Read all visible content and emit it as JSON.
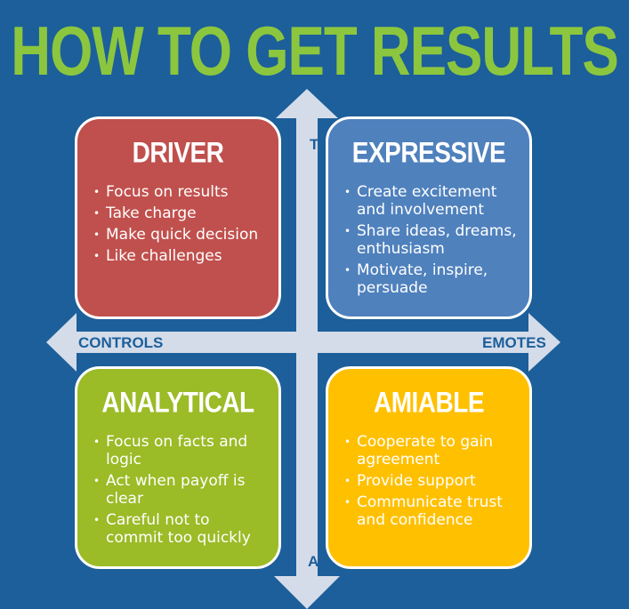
{
  "title": "HOW TO GET RESULTS",
  "axes": {
    "top": "TELLS",
    "bottom": "ASKS",
    "left": "CONTROLS",
    "right": "EMOTES"
  },
  "quadrants": {
    "driver": {
      "heading": "DRIVER",
      "color": "#c0504d",
      "items": [
        "Focus on results",
        "Take charge",
        "Make quick decision",
        "Like challenges"
      ]
    },
    "expressive": {
      "heading": "EXPRESSIVE",
      "color": "#4f81bd",
      "items": [
        "Create excitement and involvement",
        "Share ideas, dreams, enthusiasm",
        "Motivate, inspire, persuade"
      ]
    },
    "analytical": {
      "heading": "ANALYTICAL",
      "color": "#9bbb27",
      "items": [
        "Focus on facts and logic",
        "Act when payoff is clear",
        "Careful not to commit too quickly"
      ]
    },
    "amiable": {
      "heading": "AMIABLE",
      "color": "#ffc000",
      "items": [
        "Cooperate to gain agreement",
        "Provide support",
        "Communicate trust and confidence"
      ]
    }
  },
  "colors": {
    "background": "#1c5f9a",
    "title": "#8cc63f",
    "axis": "#d4dcea"
  }
}
